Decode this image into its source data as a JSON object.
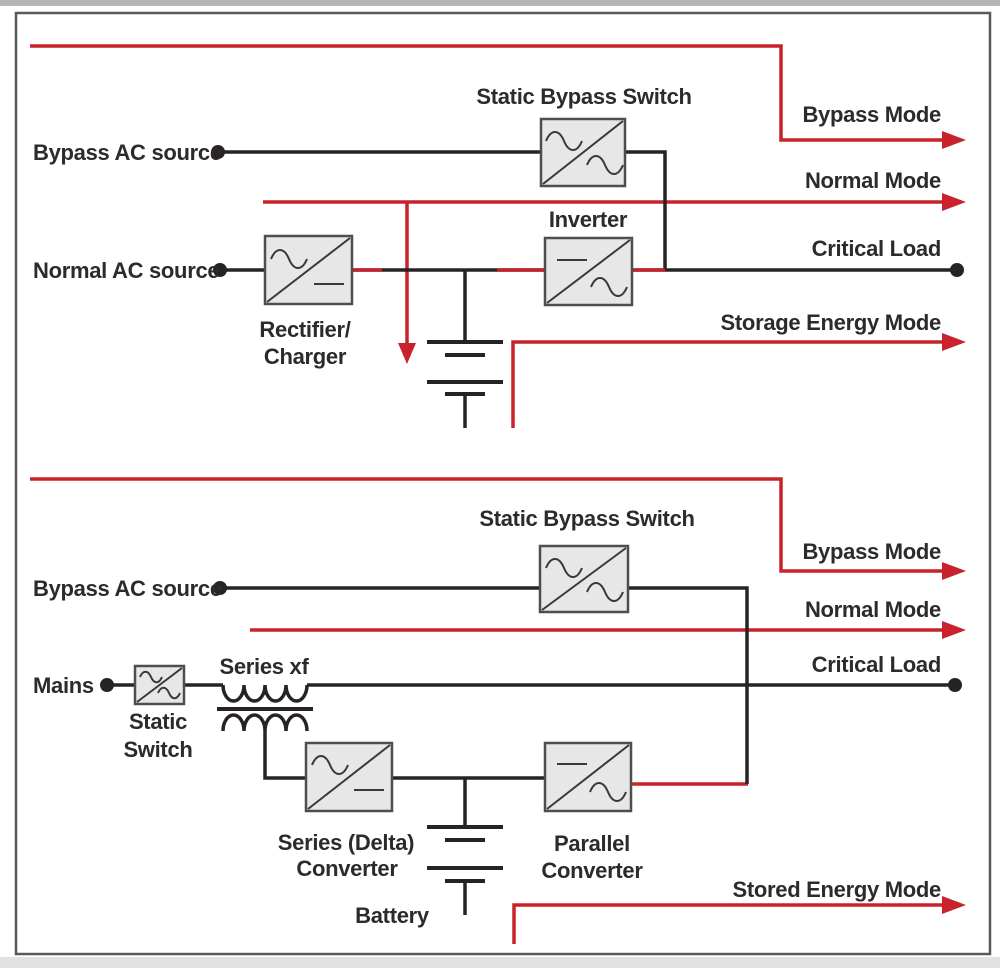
{
  "colors": {
    "red": "#c8232c",
    "black": "#272324",
    "box_fill": "#e8e7e7",
    "box_stroke": "#4e4e50",
    "text": "#2d2a2b"
  },
  "top_diagram": {
    "static_bypass_switch_label": "Static Bypass Switch",
    "bypass_ac_source_label": "Bypass AC source",
    "normal_ac_source_label": "Normal AC source",
    "rectifier_label_line1": "Rectifier/",
    "rectifier_label_line2": "Charger",
    "inverter_label": "Inverter",
    "bypass_mode_label": "Bypass Mode",
    "normal_mode_label": "Normal Mode",
    "critical_load_label": "Critical Load",
    "storage_energy_mode_label": "Storage Energy Mode"
  },
  "bottom_diagram": {
    "static_bypass_switch_label": "Static Bypass Switch",
    "bypass_ac_source_label": "Bypass AC source",
    "mains_label": "Mains",
    "static_switch_label_line1": "Static",
    "static_switch_label_line2": "Switch",
    "series_xf_label": "Series xf",
    "series_delta_converter_label_line1": "Series (Delta)",
    "series_delta_converter_label_line2": "Converter",
    "parallel_converter_label_line1": "Parallel",
    "parallel_converter_label_line2": "Converter",
    "battery_label": "Battery",
    "bypass_mode_label": "Bypass Mode",
    "normal_mode_label": "Normal Mode",
    "critical_load_label": "Critical Load",
    "stored_energy_mode_label": "Stored Energy Mode"
  }
}
